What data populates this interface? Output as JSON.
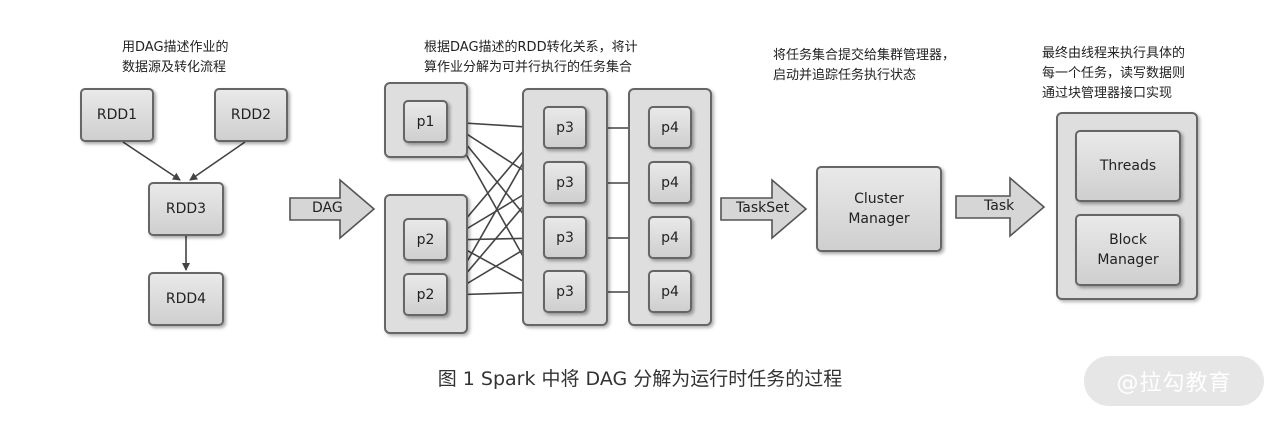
{
  "captions": {
    "step1": "用DAG描述作业的\n数据源及转化流程",
    "step2": "根据DAG描述的RDD转化关系，将计\n算作业分解为可并行执行的任务集合",
    "step3": "将任务集合提交给集群管理器，\n启动并追踪任务执行状态",
    "step4": "最终由线程来执行具体的\n每一个任务，读写数据则\n通过块管理器接口实现"
  },
  "rdd": {
    "rdd1": "RDD1",
    "rdd2": "RDD2",
    "rdd3": "RDD3",
    "rdd4": "RDD4"
  },
  "stage1": {
    "p1": "p1",
    "p2a": "p2",
    "p2b": "p2"
  },
  "stage2": [
    "p3",
    "p3",
    "p3",
    "p3"
  ],
  "stage3": [
    "p4",
    "p4",
    "p4",
    "p4"
  ],
  "arrows": {
    "dag": "DAG",
    "taskset": "TaskSet",
    "task": "Task"
  },
  "cluster_manager": "Cluster\nManager",
  "executor": {
    "threads": "Threads",
    "block_manager": "Block\nManager"
  },
  "figure_caption": "图 1  Spark 中将 DAG 分解为运行时任务的过程",
  "watermark": "@拉勾教育",
  "colors": {
    "node_fill": "#d9d9d9",
    "border": "#666666",
    "arrow": "#444444"
  }
}
